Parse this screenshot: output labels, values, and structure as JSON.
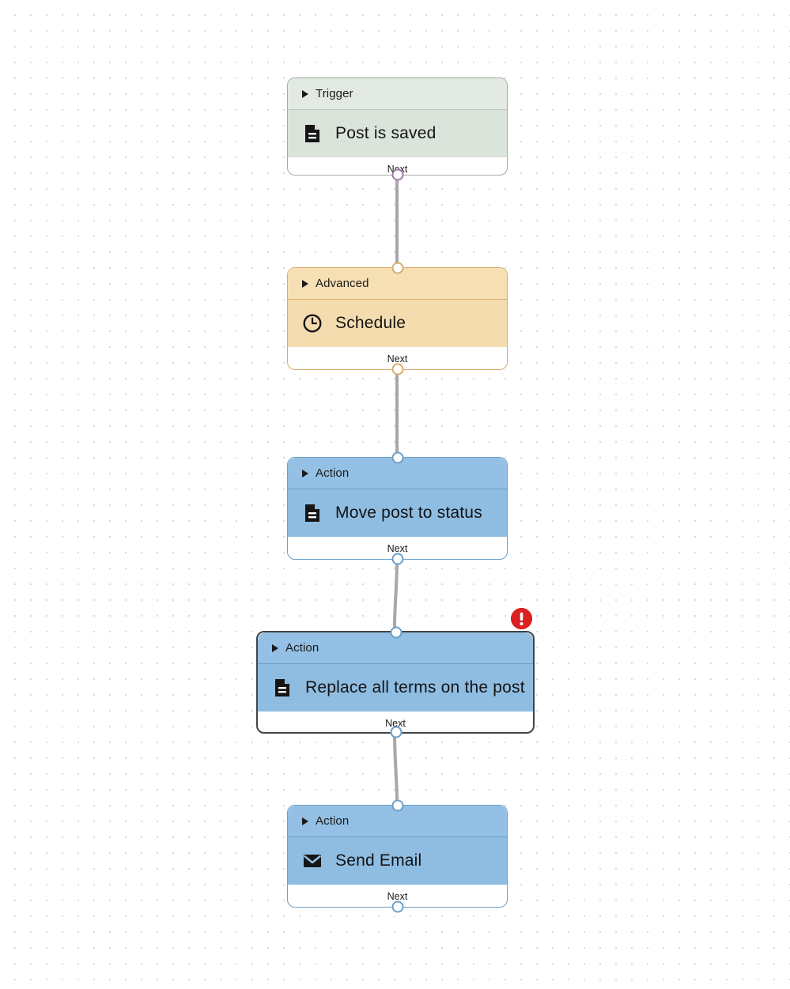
{
  "canvas": {
    "background": "#ffffff",
    "grid_dot_color": "#d8d8d8",
    "grid_spacing": 20
  },
  "palette": {
    "trigger_header": "#e3eae3",
    "trigger_body": "#dbe4db",
    "trigger_border": "#9fae9f",
    "advanced_header": "#f7dfb4",
    "advanced_body": "#f5dcaf",
    "advanced_border": "#d7ad6d",
    "action_header": "#93c0e4",
    "action_body": "#8fbde2",
    "action_border": "#6b9fc9",
    "selected_border": "#3f4448",
    "error_badge": "#dc1f1f",
    "edge_line": "#a8a8a8",
    "trigger_handle_ring": "#a07aa8"
  },
  "nodes": [
    {
      "id": "trigger-post-is-saved",
      "type_label": "Trigger",
      "title": "Post is saved",
      "icon": "document-icon",
      "footer_label": "Next",
      "selected": false,
      "has_error": false
    },
    {
      "id": "advanced-schedule",
      "type_label": "Advanced",
      "title": "Schedule",
      "icon": "clock-icon",
      "footer_label": "Next",
      "selected": false,
      "has_error": false
    },
    {
      "id": "action-move-post-to-status",
      "type_label": "Action",
      "title": "Move post to status",
      "icon": "document-icon",
      "footer_label": "Next",
      "selected": false,
      "has_error": false
    },
    {
      "id": "action-replace-all-terms-on-the-post",
      "type_label": "Action",
      "title": "Replace all terms on the post",
      "icon": "document-icon",
      "footer_label": "Next",
      "selected": true,
      "has_error": true
    },
    {
      "id": "action-send-email",
      "type_label": "Action",
      "title": "Send Email",
      "icon": "envelope-icon",
      "footer_label": "Next",
      "selected": false,
      "has_error": false
    }
  ],
  "error_badge": {
    "name": "error-badge",
    "glyph": "!"
  }
}
